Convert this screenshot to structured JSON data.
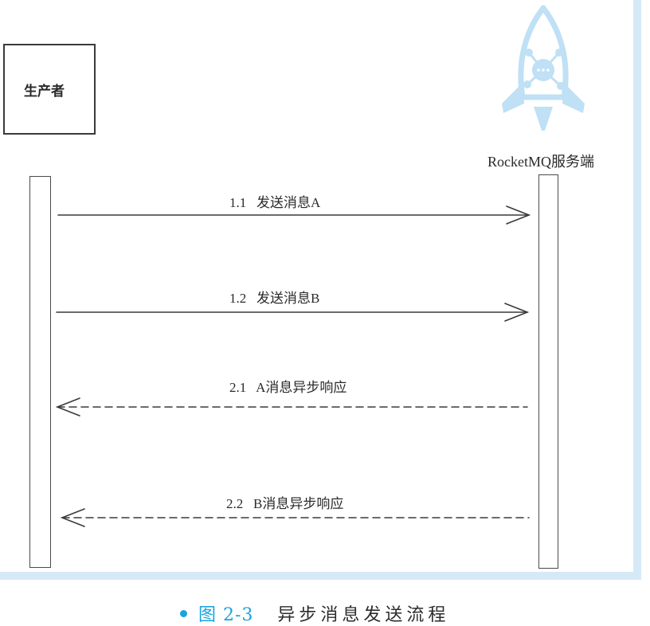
{
  "participants": {
    "producer": "生产者",
    "server": "RocketMQ服务端"
  },
  "messages": [
    {
      "num": "1.1",
      "text": "发送消息A",
      "style": "solid",
      "direction": "producer-to-server"
    },
    {
      "num": "1.2",
      "text": "发送消息B",
      "style": "solid",
      "direction": "producer-to-server"
    },
    {
      "num": "2.1",
      "text": "A消息异步响应",
      "style": "dashed",
      "direction": "server-to-producer"
    },
    {
      "num": "2.2",
      "text": "B消息异步响应",
      "style": "dashed",
      "direction": "server-to-producer"
    }
  ],
  "caption": {
    "figure_no": "图 2-3",
    "title": "异步消息发送流程"
  },
  "colors": {
    "accent": "#1aa3dd",
    "logo": "#bfe0f5",
    "frame": "#d6e9f7",
    "line": "#3a3a3a"
  },
  "icons": {
    "server_logo": "rocket-icon"
  }
}
